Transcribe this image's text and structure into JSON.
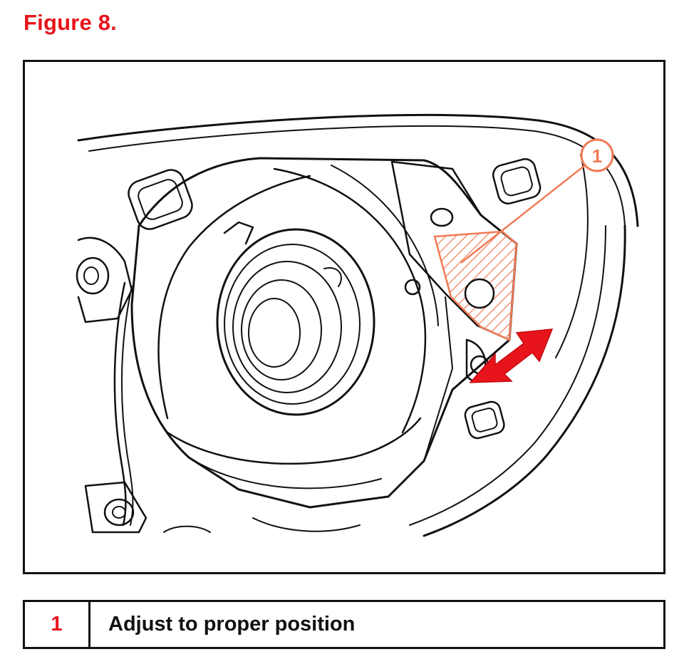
{
  "figure": {
    "title": "Figure 8."
  },
  "callout": {
    "number": "1"
  },
  "legend": [
    {
      "number": "1",
      "description": "Adjust to proper position"
    }
  ],
  "colors": {
    "accent": "#e8141b",
    "line": "#111111",
    "callout": "#f07a55"
  }
}
